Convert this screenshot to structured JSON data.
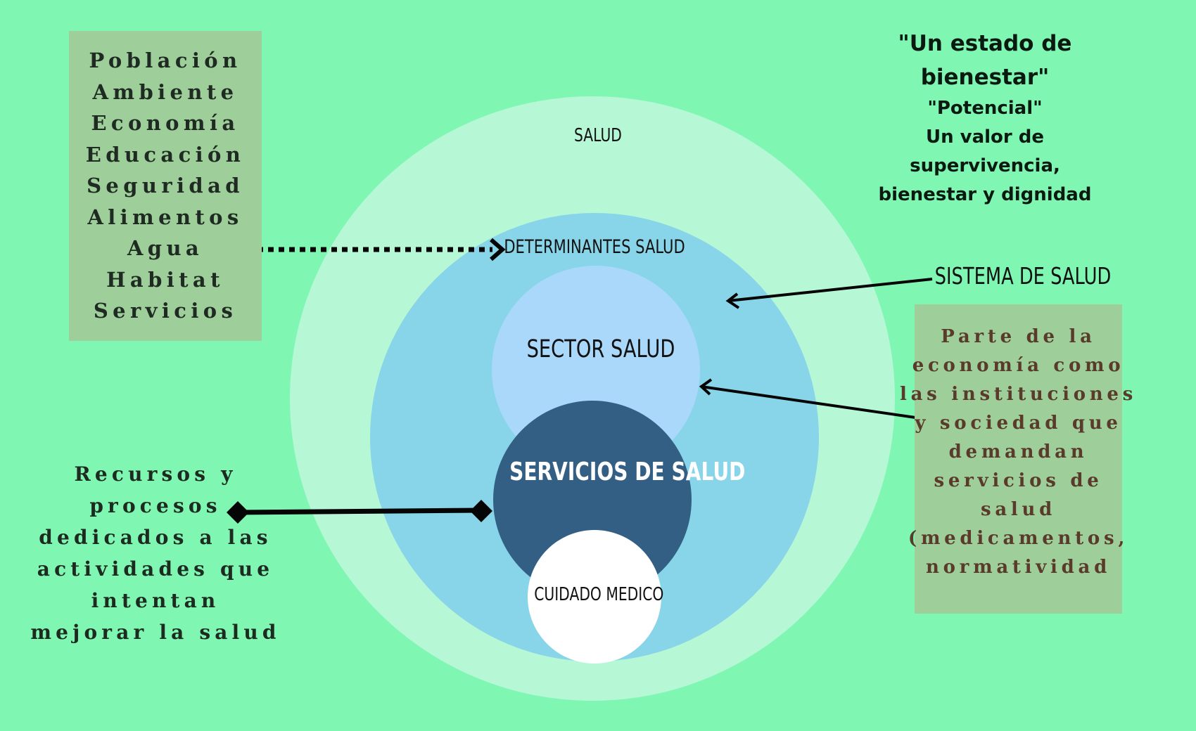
{
  "colors": {
    "background": "#7ff7b3",
    "outer_circle": "#b6f7d6",
    "determinantes_circle": "#88d4e8",
    "sector_circle": "#a9d8fb",
    "servicios_circle": "#335f84",
    "cuidado_circle": "#ffffff",
    "box_fill": "#9ecf9a"
  },
  "circles": {
    "salud": "SALUD",
    "determinantes": "DETERMINANTES SALUD",
    "sector": "SECTOR SALUD",
    "servicios": "SERVICIOS DE SALUD",
    "cuidado": "CUIDADO MEDICO"
  },
  "left_box": {
    "items": [
      "Población",
      "Ambiente",
      "Economía",
      "Educación",
      "Seguridad",
      "Alimentos",
      "Agua",
      "Habitat",
      "Servicios"
    ]
  },
  "quote": {
    "line1": "\"Un estado de",
    "line2": "bienestar\"",
    "line3": "\"Potencial\"",
    "line4": "Un valor de",
    "line5": "supervivencia,",
    "line6": "bienestar y dignidad"
  },
  "sistema_label": "SISTEMA DE SALUD",
  "right_box": {
    "lines": [
      "Parte de la",
      "economía como",
      "las instituciones",
      "y sociedad que",
      "demandan",
      "servicios de",
      "salud",
      "(medicamentos,",
      "normatividad"
    ]
  },
  "bottom_left": {
    "lines": [
      "Recursos y",
      "procesos",
      "dedicados a las",
      "actividades que",
      "intentan",
      "mejorar la salud"
    ]
  }
}
